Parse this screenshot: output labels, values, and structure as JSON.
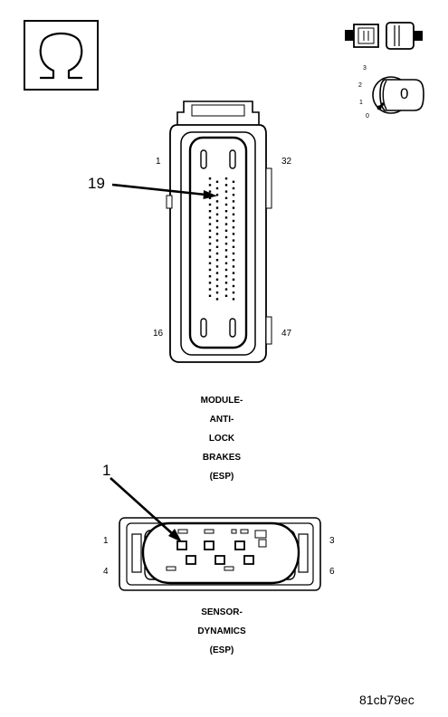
{
  "icons": {
    "meter_symbol": "ohm-icon",
    "connector_symbol": "disconnected-connector-icon",
    "ignition_symbol": "ignition-key-icon",
    "ignition_positions": [
      "3",
      "2",
      "1",
      "0"
    ],
    "ignition_key_label": "0"
  },
  "module_connector": {
    "pin_top_left": "1",
    "pin_bottom_left": "16",
    "pin_top_right": "32",
    "pin_bottom_right": "47",
    "callout": "19",
    "caption": [
      "MODULE-",
      "ANTI-",
      "LOCK",
      "BRAKES",
      "(ESP)"
    ]
  },
  "sensor_connector": {
    "pin_top_left": "1",
    "pin_bottom_left": "4",
    "pin_top_right": "3",
    "pin_bottom_right": "6",
    "callout": "1",
    "caption": [
      "SENSOR-",
      "DYNAMICS",
      "(ESP)"
    ]
  },
  "figure_code": "81cb79ec"
}
